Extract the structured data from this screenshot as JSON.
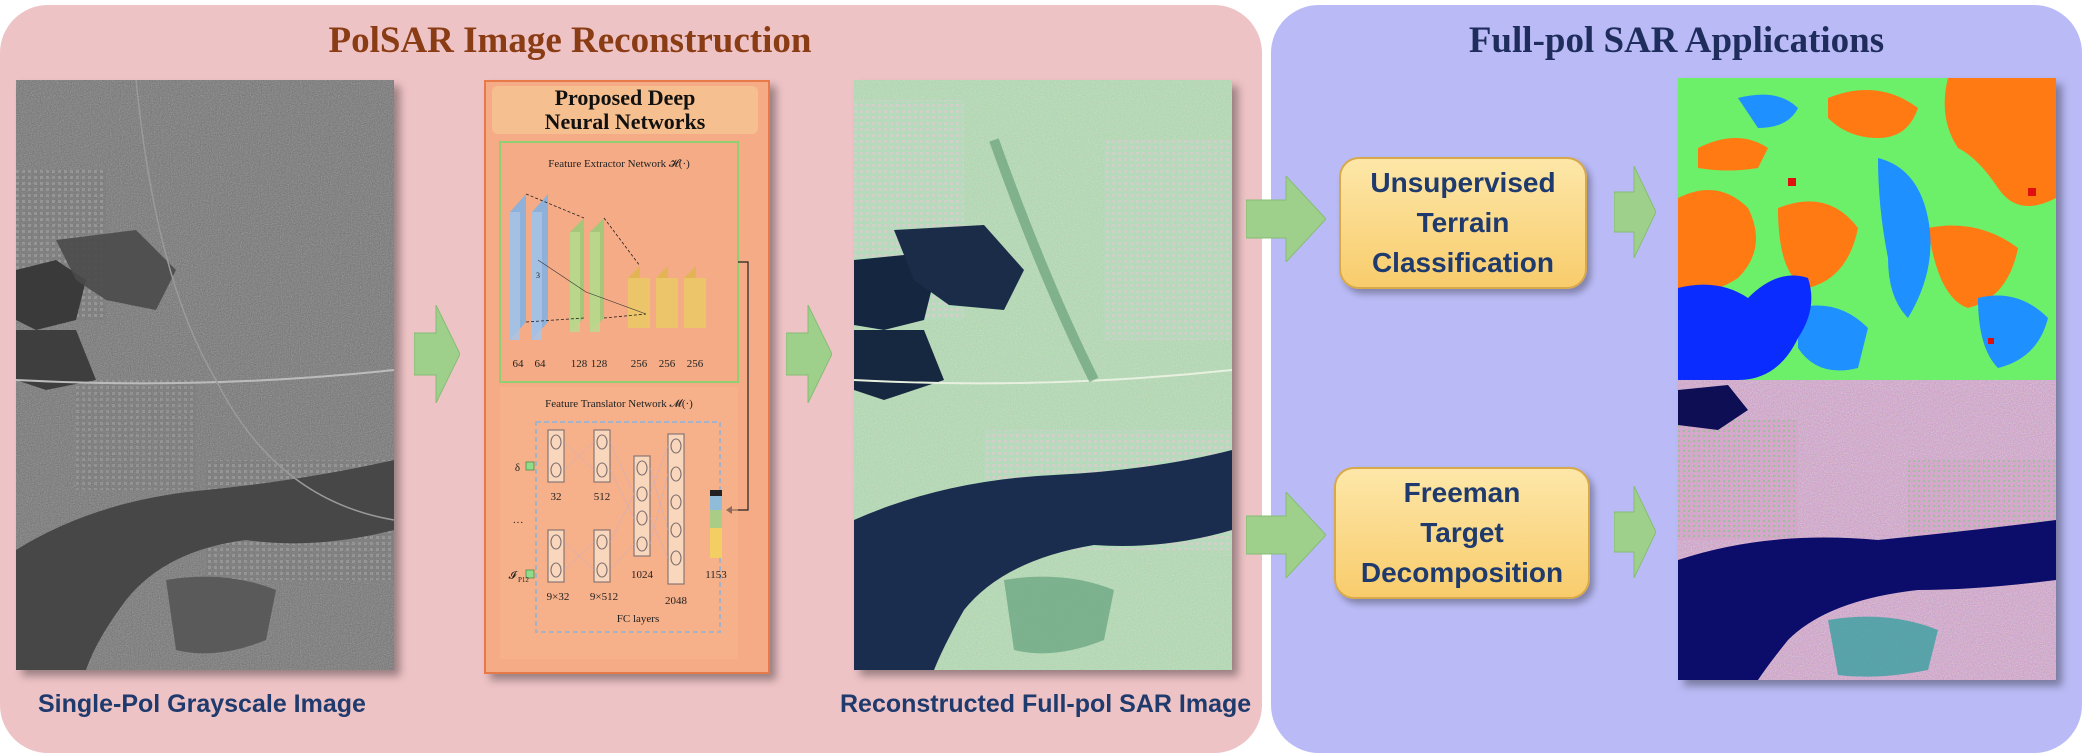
{
  "left_panel": {
    "title": "PolSAR Image Reconstruction"
  },
  "right_panel": {
    "title": "Full-pol SAR Applications"
  },
  "captions": {
    "input": "Single-Pol Grayscale Image",
    "output": "Reconstructed Full-pol SAR Image"
  },
  "network": {
    "title_line1": "Proposed Deep",
    "title_line2": "Neural Networks",
    "extractor_label": "Feature Extractor Network 𝓗(·)",
    "translator_label": "Feature Translator Network 𝓜(·)",
    "conv_channels": [
      "64",
      "64",
      "128",
      "128",
      "256",
      "256",
      "256"
    ],
    "kernel_label": "3",
    "fc_counts": [
      "32",
      "512",
      "1024",
      "2048",
      "1153"
    ],
    "fc_counts_bottom": [
      "9×32",
      "9×512"
    ],
    "fc_caption": "FC layers",
    "input_symbol_1": "δ",
    "input_symbol_2": "𝓘",
    "input_symbol_2_sub": "P12",
    "dots": "···"
  },
  "applications": {
    "classification": [
      "Unsupervised",
      "Terrain",
      "Classification"
    ],
    "decomposition": [
      "Freeman",
      "Target",
      "Decomposition"
    ]
  },
  "colors": {
    "left_panel_bg": "#eec3c6",
    "right_panel_bg": "#babbf6",
    "left_title": "#8a3c14",
    "right_title": "#1f2d5c",
    "arrow": "#9ed08c",
    "app_box": "#f8cc6c",
    "class_green": "#6cf06a",
    "class_orange": "#ff7a12",
    "class_blue": "#0a2cff",
    "class_cyan": "#1e90ff"
  }
}
